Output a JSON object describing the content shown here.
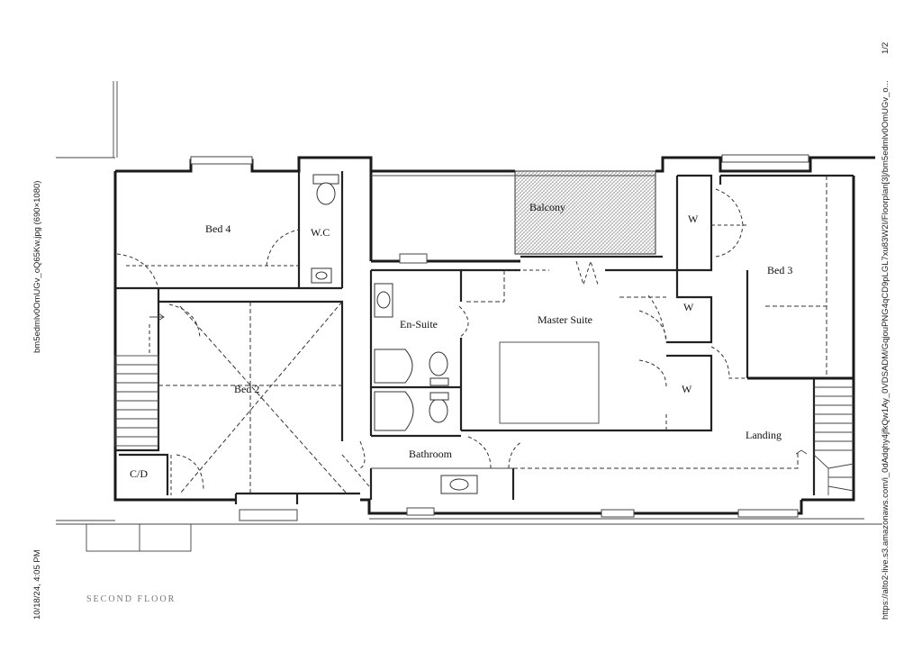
{
  "margin_text": {
    "left_top": "bm5edmlv0OmUGv_oQ65Kw.jpg (690×1080)",
    "left_bottom": "10/18/24, 4:05 PM",
    "right_top": "1/2",
    "right_main": "https://alto2-live.s3.amazonaws.com/i_0dAdqhy4jfkQw1Ay_0VDSADM/GqjouPNG4qCD9pLGL7xu83W2I/Floorplan[3]/bm5edmlv0OmUGv_o..."
  },
  "rooms": {
    "bed4": "Bed 4",
    "wc": "W.C",
    "balcony": "Balcony",
    "bed3": "Bed 3",
    "w1": "W",
    "en_suite": "En-Suite",
    "master_suite": "Master Suite",
    "w2": "W",
    "w3": "W",
    "bed2": "Bed 2",
    "landing": "Landing",
    "cd": "C/D",
    "bathroom": "Bathroom"
  },
  "footer_scribble": "SECOND FLOOR"
}
